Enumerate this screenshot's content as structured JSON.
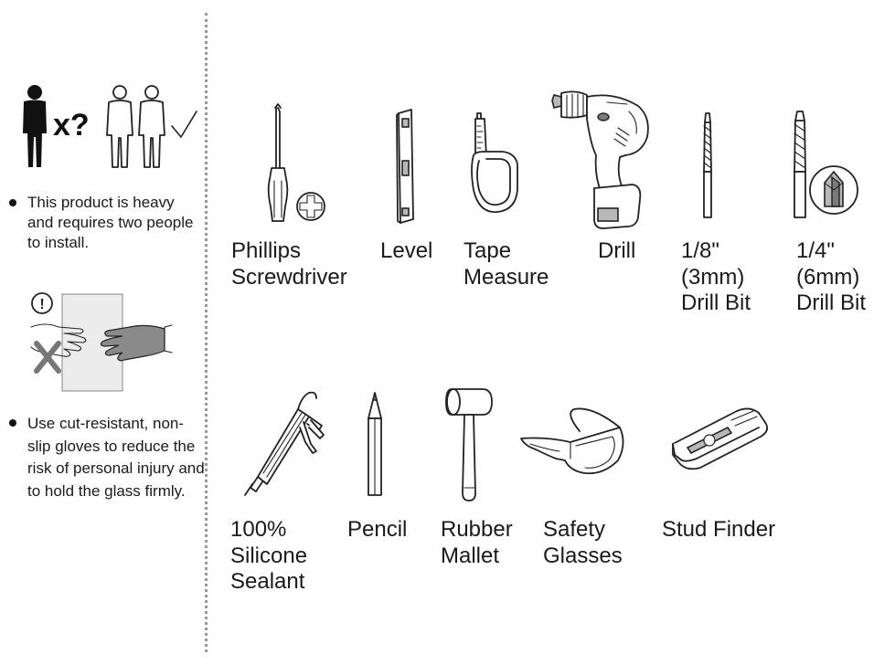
{
  "notes": {
    "two_people": "This product is heavy and requires two people to install.",
    "gloves": "Use cut-resistant, non-slip gloves to reduce the risk of personal injury and to hold the glass firmly."
  },
  "person_count_text": "x?",
  "warning_symbol": "!",
  "tools": [
    {
      "label_lines": [
        "Phillips",
        "Screwdriver"
      ],
      "icon": "phillips-screwdriver-icon"
    },
    {
      "label_lines": [
        "Level"
      ],
      "icon": "level-icon"
    },
    {
      "label_lines": [
        "Tape",
        "Measure"
      ],
      "icon": "tape-measure-icon"
    },
    {
      "label_lines": [
        "Drill"
      ],
      "icon": "drill-icon"
    },
    {
      "label_lines": [
        "1/8\"",
        "(3mm)",
        "Drill Bit"
      ],
      "icon": "drill-bit-3mm-icon"
    },
    {
      "label_lines": [
        "1/4\"",
        "(6mm)",
        "Drill Bit"
      ],
      "icon": "drill-bit-6mm-icon"
    },
    {
      "label_lines": [
        "100%",
        "Silicone",
        "Sealant"
      ],
      "icon": "silicone-sealant-gun-icon"
    },
    {
      "label_lines": [
        "Pencil"
      ],
      "icon": "pencil-icon"
    },
    {
      "label_lines": [
        "Rubber",
        "Mallet"
      ],
      "icon": "rubber-mallet-icon"
    },
    {
      "label_lines": [
        "Safety",
        "Glasses"
      ],
      "icon": "safety-glasses-icon"
    },
    {
      "label_lines": [
        "Stud Finder"
      ],
      "icon": "stud-finder-icon"
    }
  ],
  "colors": {
    "text": "#1a1a1a",
    "line": "#222222",
    "divider": "#9a9a9a"
  }
}
